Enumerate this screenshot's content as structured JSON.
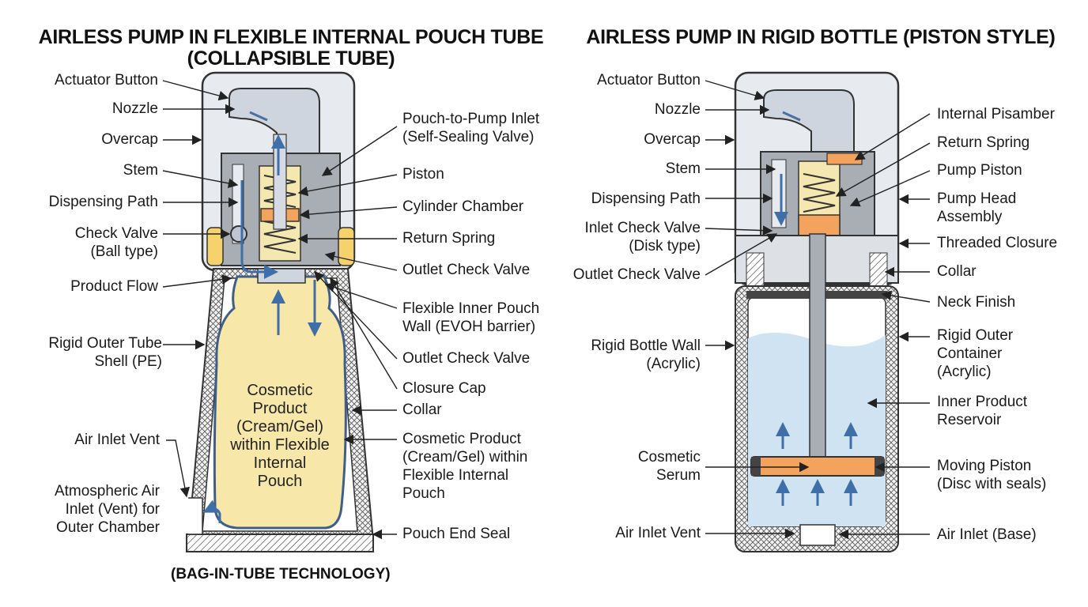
{
  "left": {
    "title_line1": "AIRLESS PUMP IN FLEXIBLE INTERNAL POUCH TUBE",
    "title_line2": "(COLLAPSIBLE TUBE)",
    "footer": "(BAG-IN-TUBE TECHNOLOGY)",
    "inner_text": [
      "Cosmetic",
      "Product",
      "(Cream/Gel)",
      "within Flexible",
      "Internal",
      "Pouch"
    ],
    "labels_left": [
      [
        "Actuator Button"
      ],
      [
        "Nozzle"
      ],
      [
        "Overcap"
      ],
      [
        "Stem"
      ],
      [
        "Dispensing Path"
      ],
      [
        "Check Valve",
        "(Ball type)"
      ],
      [
        "Product Flow"
      ],
      [
        "Rigid Outer Tube",
        "Shell (PE)"
      ],
      [
        "Air Inlet Vent"
      ],
      [
        "Atmospheric Air",
        "Inlet (Vent) for",
        "Outer Chamber"
      ]
    ],
    "labels_right": [
      [
        "Pouch-to-Pump Inlet",
        "(Self-Sealing Valve)"
      ],
      [
        "Piston"
      ],
      [
        "Cylinder Chamber"
      ],
      [
        "Return Spring"
      ],
      [
        "Outlet Check Valve"
      ],
      [
        "Flexible Inner Pouch",
        "Wall (EVOH barrier)"
      ],
      [
        "Outlet Check Valve"
      ],
      [
        "Closure Cap"
      ],
      [
        "Collar"
      ],
      [
        "Cosmetic Product",
        "(Cream/Gel) within",
        "Flexible Internal",
        "Pouch"
      ],
      [
        "Pouch End Seal"
      ]
    ]
  },
  "right": {
    "title": "AIRLESS PUMP IN RIGID BOTTLE (PISTON STYLE)",
    "labels_left": [
      [
        "Actuator Button"
      ],
      [
        "Nozzle"
      ],
      [
        "Overcap"
      ],
      [
        "Stem"
      ],
      [
        "Dispensing Path"
      ],
      [
        "Inlet Check Valve",
        "(Disk type)"
      ],
      [
        "Outlet Check Valve"
      ],
      [
        "Rigid Bottle Wall",
        "(Acrylic)"
      ],
      [
        "Cosmetic",
        "Serum"
      ],
      [
        "Air Inlet Vent"
      ]
    ],
    "labels_right": [
      [
        "Internal Pisamber"
      ],
      [
        "Return Spring"
      ],
      [
        "Pump Piston"
      ],
      [
        "Pump Head",
        "Assembly"
      ],
      [
        "Threaded Closure"
      ],
      [
        "Collar"
      ],
      [
        "Neck Finish"
      ],
      [
        "Rigid Outer",
        "Container",
        "(Acrylic)"
      ],
      [
        "Inner Product",
        "Reservoir"
      ],
      [
        "Moving Piston",
        "(Disc with seals)"
      ],
      [
        "Air Inlet (Base)"
      ]
    ]
  },
  "colors": {
    "cap": "#e6e9ee",
    "metal": "#a9adb4",
    "product": "#f7e7a8",
    "serum": "#cfe3f3",
    "orange": "#f3a35b",
    "arrow": "#3f6fa8"
  }
}
